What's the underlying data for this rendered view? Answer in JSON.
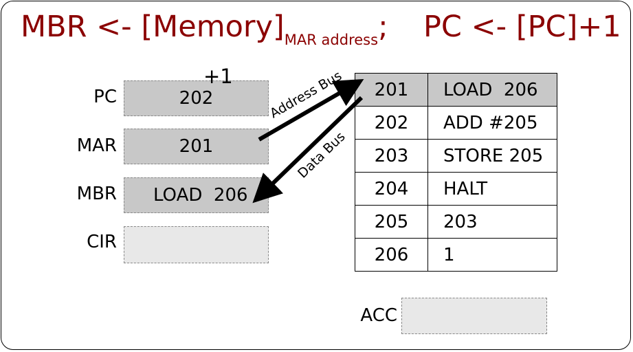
{
  "title": {
    "mbr_expr": "MBR <- [Memory]",
    "mbr_sub": "MAR  address",
    "semicolon": ";",
    "pc_expr": "PC <- [PC]+1"
  },
  "registers": {
    "pc": {
      "label": "PC",
      "value": "202"
    },
    "mar": {
      "label": "MAR",
      "value": "201"
    },
    "mbr": {
      "label": "MBR",
      "value": "LOAD  206"
    },
    "cir": {
      "label": "CIR",
      "value": ""
    },
    "acc": {
      "label": "ACC",
      "value": ""
    }
  },
  "increment_label": "+1",
  "buses": {
    "address": "Address Bus",
    "data": "Data Bus"
  },
  "memory": [
    {
      "address": "201",
      "content": "LOAD  206",
      "highlighted": true
    },
    {
      "address": "202",
      "content": "ADD #205",
      "highlighted": false
    },
    {
      "address": "203",
      "content": "STORE 205",
      "highlighted": false
    },
    {
      "address": "204",
      "content": "HALT",
      "highlighted": false
    },
    {
      "address": "205",
      "content": "203",
      "highlighted": false
    },
    {
      "address": "206",
      "content": "1",
      "highlighted": false
    }
  ],
  "colors": {
    "title": "#8b0000",
    "register_filled": "#c8c8c8",
    "register_empty": "#e8e8e8",
    "memory_highlight": "#c8c8c8"
  }
}
